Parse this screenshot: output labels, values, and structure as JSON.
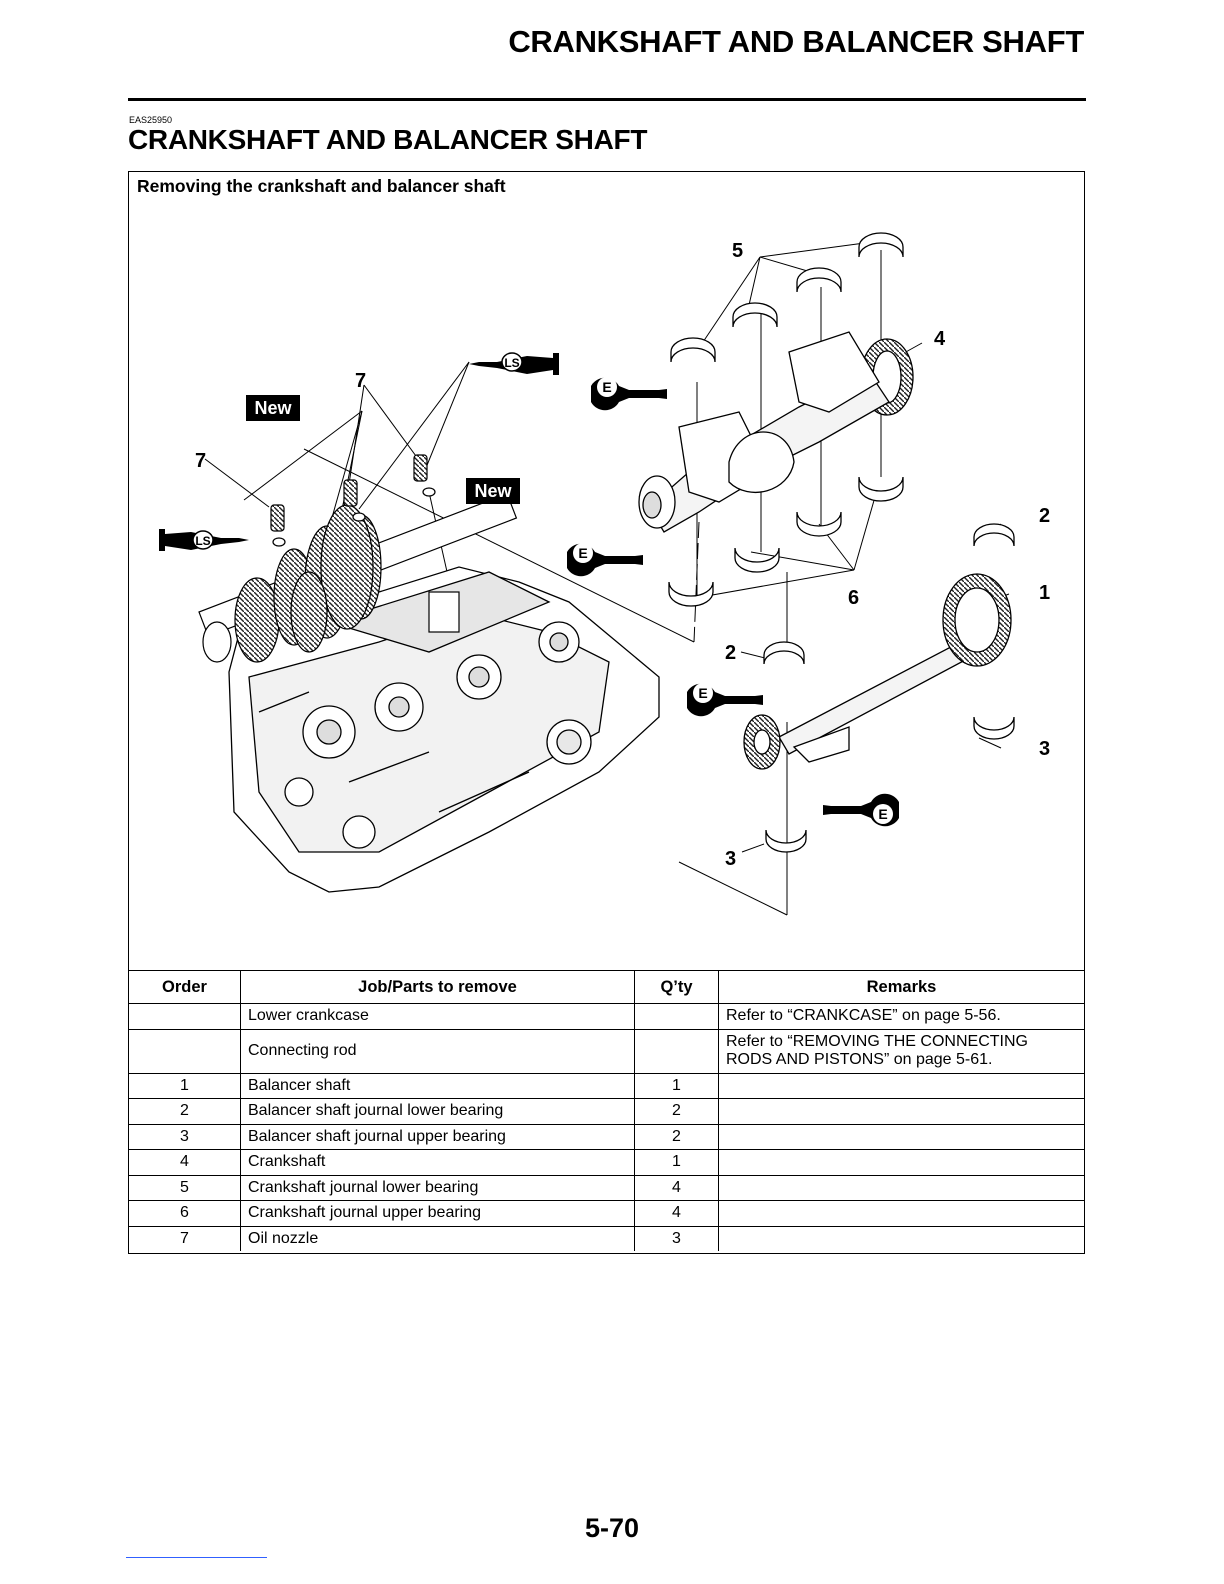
{
  "header": {
    "running_title": "CRANKSHAFT AND BALANCER SHAFT"
  },
  "section": {
    "code": "EAS25950",
    "title": "CRANKSHAFT AND BALANCER SHAFT"
  },
  "procedure": {
    "heading": "Removing the crankshaft and balancer shaft",
    "figure_labels": {
      "new": "New",
      "ls": "LS",
      "e": "E",
      "callouts": [
        "1",
        "2",
        "3",
        "4",
        "5",
        "6",
        "7"
      ]
    }
  },
  "table": {
    "headers": [
      "Order",
      "Job/Parts to remove",
      "Q’ty",
      "Remarks"
    ],
    "rows": [
      [
        "",
        "Lower crankcase",
        "",
        "Refer to “CRANKCASE” on page 5-56."
      ],
      [
        "",
        "Connecting rod",
        "",
        "Refer to “REMOVING THE CONNECTING\nRODS AND PISTONS” on page 5-61."
      ],
      [
        "1",
        "Balancer shaft",
        "1",
        ""
      ],
      [
        "2",
        "Balancer shaft journal lower bearing",
        "2",
        ""
      ],
      [
        "3",
        "Balancer shaft journal upper bearing",
        "2",
        ""
      ],
      [
        "4",
        "Crankshaft",
        "1",
        ""
      ],
      [
        "5",
        "Crankshaft journal lower bearing",
        "4",
        ""
      ],
      [
        "6",
        "Crankshaft journal upper bearing",
        "4",
        ""
      ],
      [
        "7",
        "Oil nozzle",
        "3",
        ""
      ]
    ]
  },
  "footer": {
    "page_number": "5-70"
  }
}
